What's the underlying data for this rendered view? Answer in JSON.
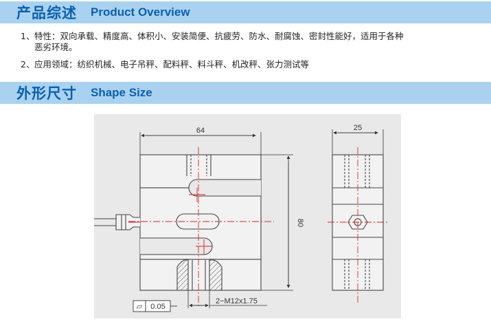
{
  "overview": {
    "title_zh": "产品综述",
    "title_en": "Product Overview",
    "items": [
      {
        "num": "1、",
        "text_line1": "特性：双向承载、精度高、体积小、安装简便、抗疲劳、防水、耐腐蚀、密封性能好，适用于各种",
        "text_line2": "恶劣环境。"
      },
      {
        "num": "2、",
        "text_line1": "应用领域：纺织机械、电子吊秤、配料秤、料斗秤、机改秤、张力测试等"
      }
    ]
  },
  "shape": {
    "title_zh": "外形尺寸",
    "title_en": "Shape Size"
  },
  "drawing": {
    "dim_width_front": "64",
    "dim_height": "80",
    "dim_width_side": "25",
    "thread_note": "2−M12x1.75",
    "flatness_symbol": "⏥",
    "flatness_value": "0.05"
  },
  "colors": {
    "band": "#a9d2f0",
    "heading": "#0b5fae",
    "centerline": "#e02020",
    "drawing_bg": "#e9e9e9"
  }
}
